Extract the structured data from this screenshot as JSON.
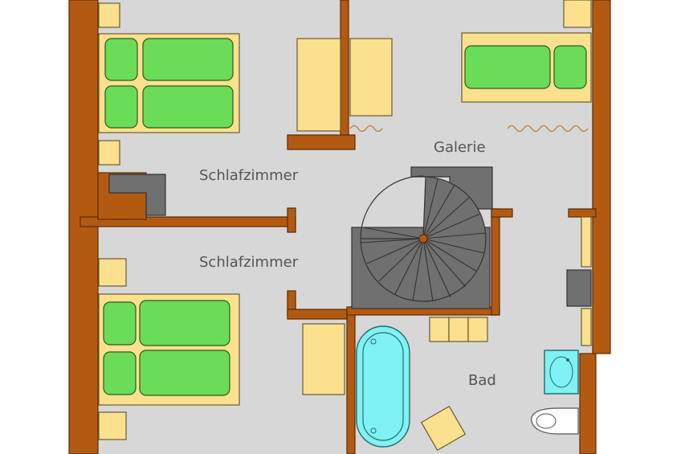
{
  "rooms": {
    "galerie": "Galerie",
    "schlafzimmer_top": "Schlafzimmer",
    "schlafzimmer_bottom": "Schlafzimmer",
    "bad": "Bad"
  },
  "colors": {
    "floor": "#d7d7d7",
    "wall": "#b35a12",
    "furniture": "#fbe08e",
    "mattress": "#6bdc58",
    "stairs": "#707070",
    "water": "#7ef2f5"
  },
  "icons": {
    "spiral_stair": "spiral-staircase-icon",
    "bathtub": "bathtub-icon",
    "sink": "sink-icon",
    "toilet": "toilet-icon",
    "radiator": "radiator-icon"
  }
}
